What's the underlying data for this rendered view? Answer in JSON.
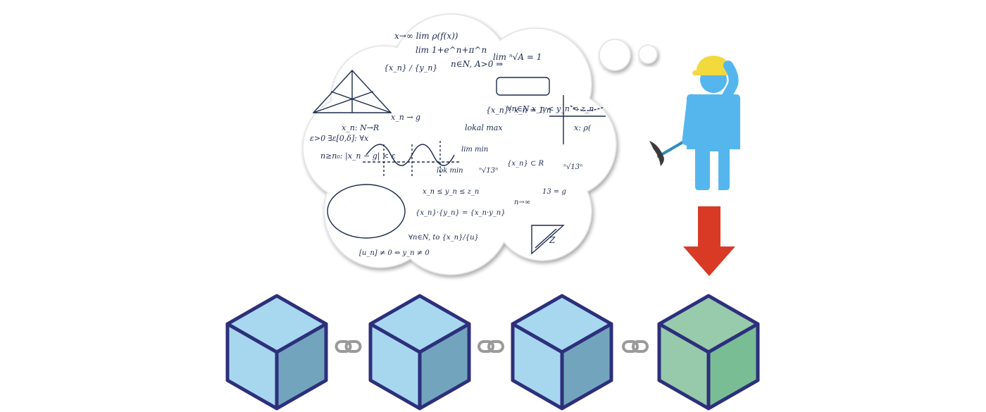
{
  "thought_cloud": {
    "formulas": [
      "x→∞ lim ρ(f(x))",
      "lim 1+e^n+π^n",
      "{x_n} / {y_n}",
      "n∈N, A>0 ⇒",
      "lim ⁿ√A = 1",
      "ε>0 ∃ε[0,δ]: ∀x",
      "n≥n₀: |x_n − g| < ε",
      "x_n: N→R",
      "lokal max",
      "{x_n}: x_n = 1/n",
      "∀n∈N x_n < y_n < z_n",
      "x_n → g",
      "lim min",
      "lok min",
      "ⁿ√13ⁿ",
      "{x_n} ⊂ R",
      "x_n ≤ y_n ≤ z_n",
      "n→∞",
      "{x_n}·{y_n} = {x_n·y_n}",
      "∀n∈N, to {x_n}/{u}",
      "[u_n] ≠ 0 ⇔ y_n ≠ 0",
      "x: ρ(",
      "13 = g",
      "ⁿ√13ⁿ",
      "Z"
    ]
  },
  "miner": {
    "icon": "miner-icon",
    "tool": "pickaxe-icon"
  },
  "arrow": {
    "icon": "arrow-down-icon",
    "color": "#d83a26"
  },
  "chain": {
    "blocks": [
      {
        "kind": "confirmed",
        "top": "#a7d8ef",
        "left": "#a6d7ee",
        "right": "#72a5bd"
      },
      {
        "kind": "confirmed",
        "top": "#a7d8ef",
        "left": "#a6d7ee",
        "right": "#72a5bd"
      },
      {
        "kind": "confirmed",
        "top": "#a7d8ef",
        "left": "#a6d7ee",
        "right": "#72a5bd"
      },
      {
        "kind": "new",
        "top": "#97cbab",
        "left": "#96caaa",
        "right": "#79bd95"
      }
    ],
    "link_icon": "chain-link-icon",
    "outline": "#2d2f7c"
  },
  "colors": {
    "miner_body": "#55b6ee",
    "helmet": "#f2d93c",
    "ink": "#1b2a4e"
  }
}
